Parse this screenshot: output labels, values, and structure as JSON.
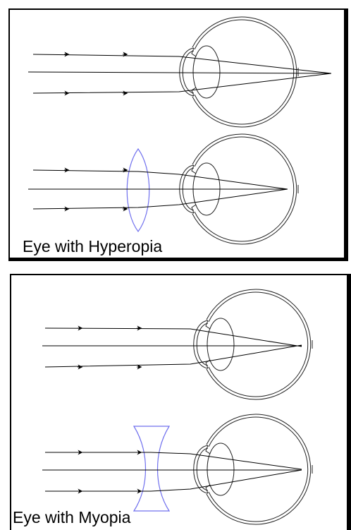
{
  "panels": [
    {
      "id": "hyperopia",
      "caption": "Eye with Hyperopia"
    },
    {
      "id": "myopia",
      "caption": "Eye with Myopia"
    }
  ],
  "colors": {
    "lens": "#7070ee",
    "line": "#000000",
    "eye": "#222222"
  }
}
